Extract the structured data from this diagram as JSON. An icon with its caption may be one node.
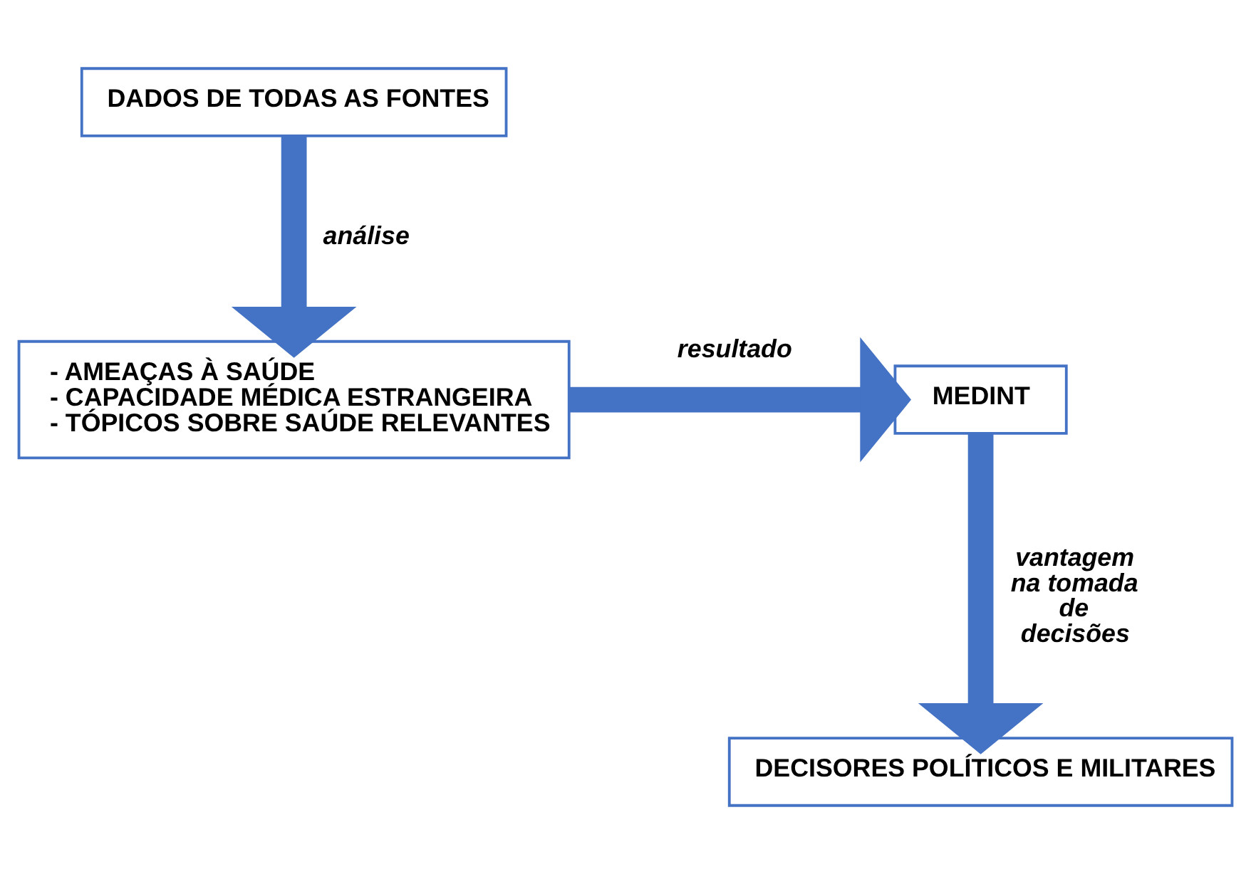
{
  "diagram": {
    "nodes": [
      {
        "text": [
          "DADOS DE TODAS AS FONTES"
        ]
      },
      {
        "text": [
          "- AMEAÇAS À SAÚDE",
          "- CAPACIDADE MÉDICA ESTRANGEIRA",
          "- TÓPICOS SOBRE SAÚDE RELEVANTES"
        ]
      },
      {
        "text": [
          "MEDINT"
        ]
      },
      {
        "text": [
          "DECISORES POLÍTICOS E MILITARES"
        ]
      }
    ],
    "edges": [
      {
        "from": 0,
        "to": 1,
        "arrow": "to",
        "label": "análise"
      },
      {
        "from": 1,
        "to": 2,
        "arrow": "to",
        "label": "resultado"
      },
      {
        "from": 2,
        "to": 3,
        "arrow": "to",
        "label": "vantagem na tomada de decisões"
      }
    ]
  }
}
